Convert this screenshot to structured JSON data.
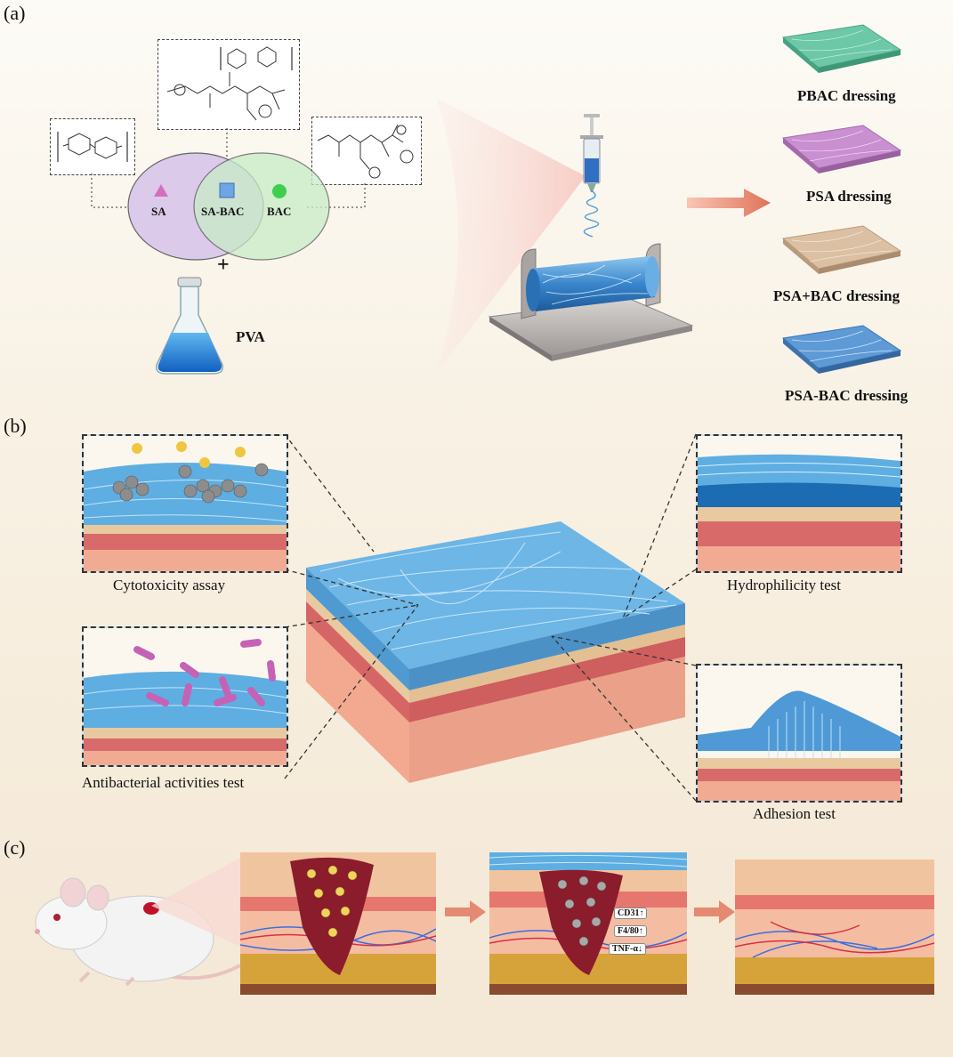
{
  "panels": {
    "a": "(a)",
    "b": "(b)",
    "c": "(c)"
  },
  "venn": {
    "sa": "SA",
    "sa_bac": "SA-BAC",
    "bac": "BAC",
    "plus": "+"
  },
  "flask_label": "PVA",
  "dressings": [
    {
      "label": "PBAC dressing",
      "color": "#6cc8a7"
    },
    {
      "label": "PSA dressing",
      "color": "#c98fd0"
    },
    {
      "label": "PSA+BAC dressing",
      "color": "#dcc0a3"
    },
    {
      "label": "PSA-BAC dressing",
      "color": "#5e9ad6"
    }
  ],
  "tests": {
    "cytotoxicity": "Cytotoxicity assay",
    "hydrophilicity": "Hydrophilicity test",
    "antibacterial": "Antibacterial activities test",
    "adhesion": "Adhesion test"
  },
  "markers": [
    "CD31↑",
    "F4/80↑",
    "TNF-α↓"
  ],
  "colors": {
    "fiber": "#5aa7dc",
    "skin": "#f3b8a0",
    "dermis": "#e0706f",
    "fat": "#d6a23a",
    "wound": "#8a1c2c",
    "arrow": "#e58a72"
  }
}
